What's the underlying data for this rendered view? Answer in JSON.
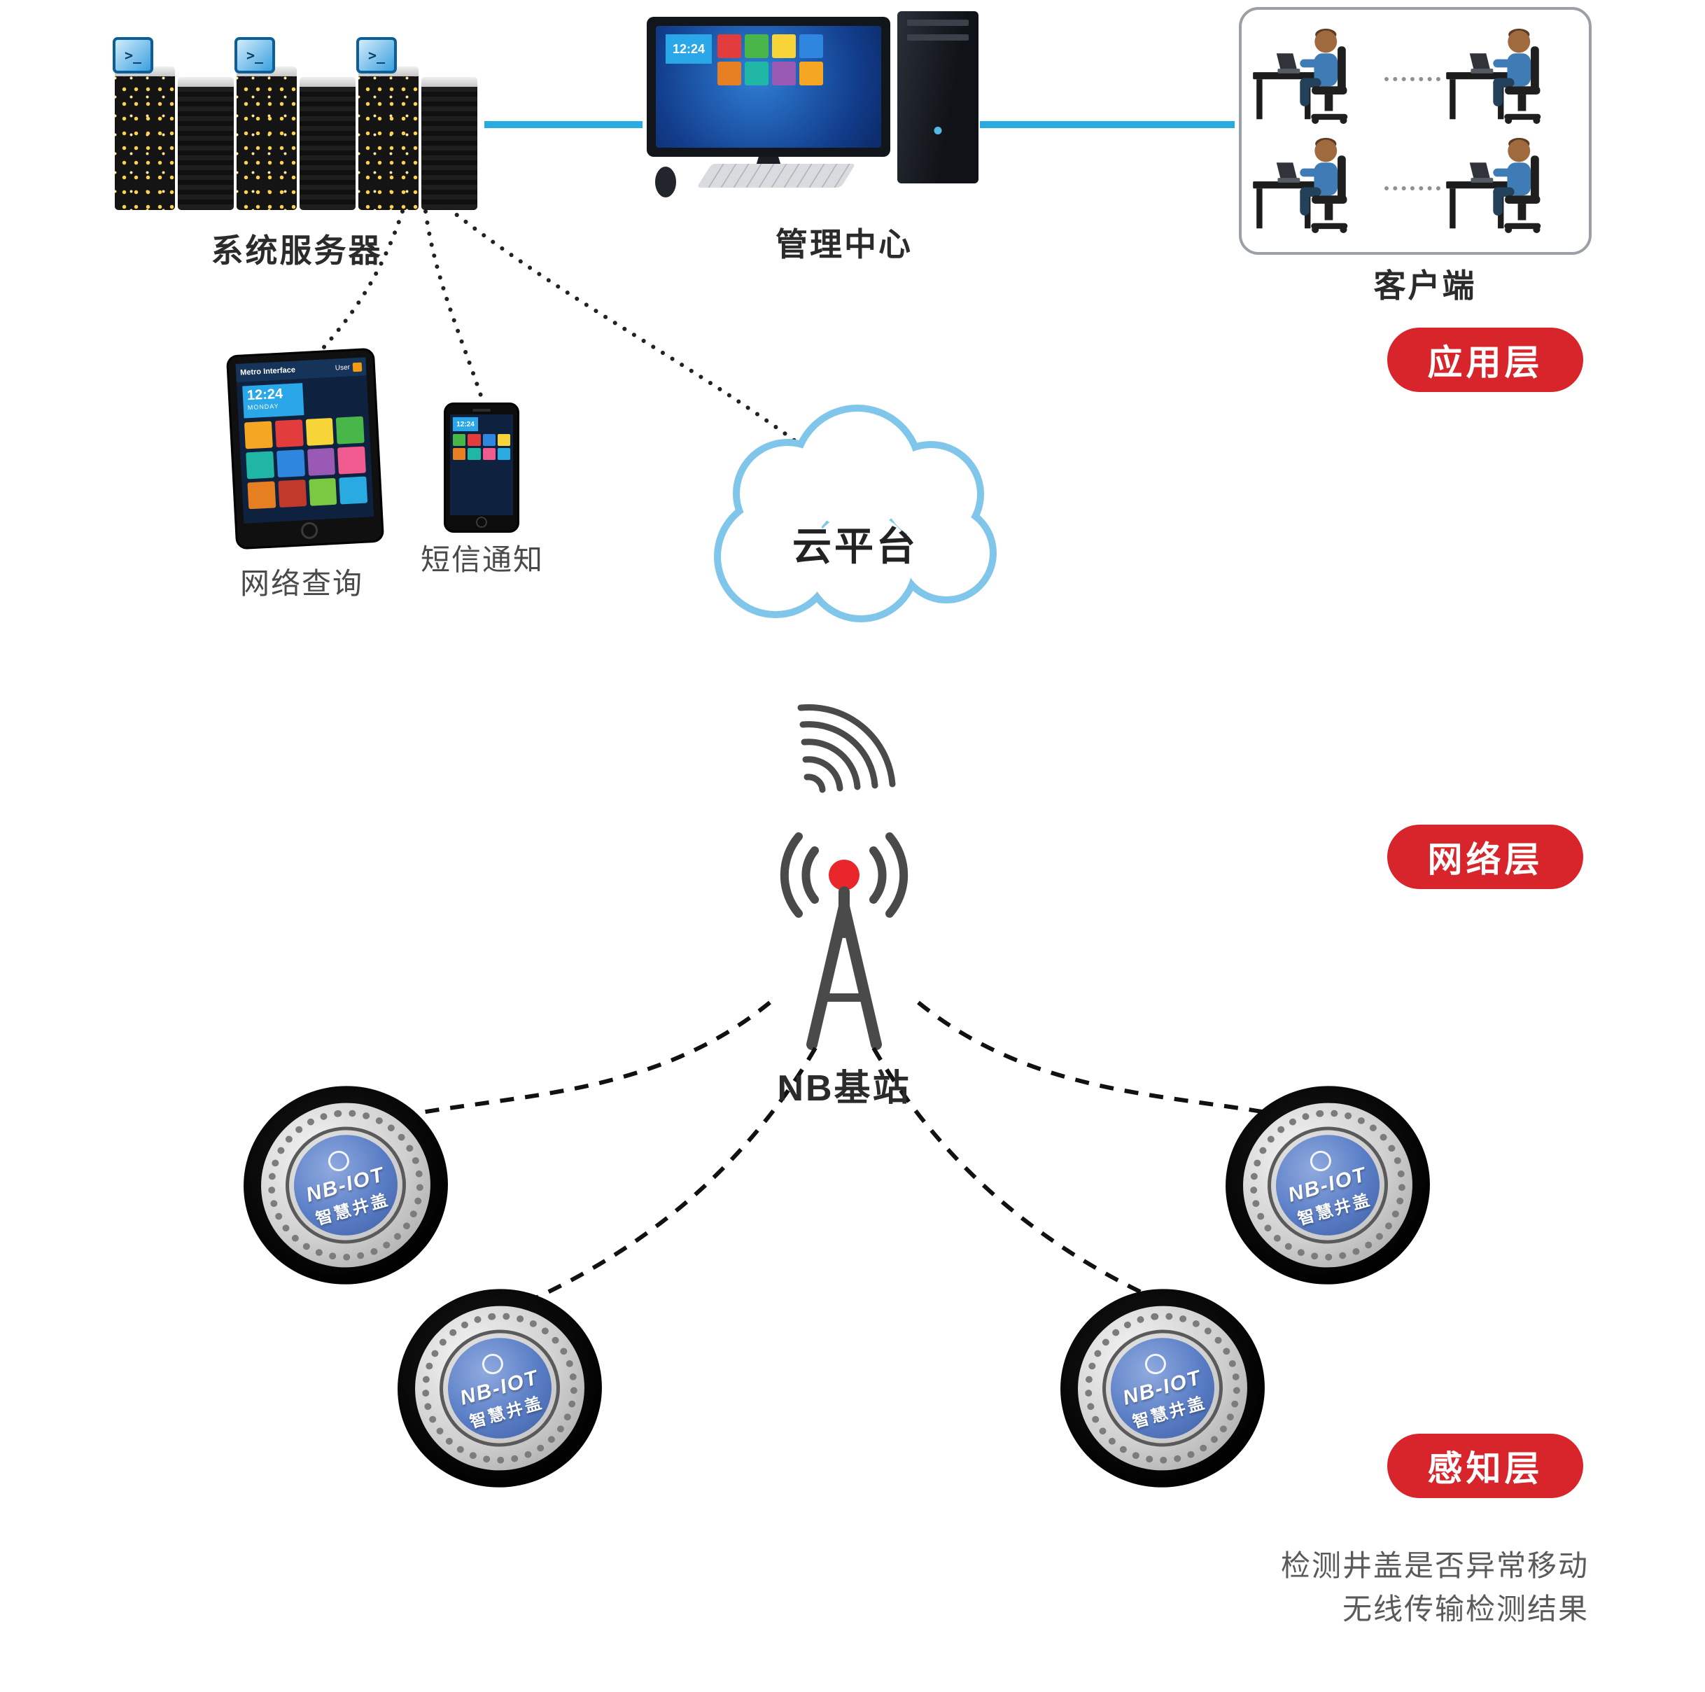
{
  "nodes": {
    "servers": {
      "label": "系统服务器",
      "terminal_glyph": ">_"
    },
    "management": {
      "label": "管理中心",
      "screen_time": "12:24"
    },
    "clients": {
      "label": "客户端"
    },
    "tablet": {
      "label": "网络查询",
      "header": "Metro Interface",
      "user": "User",
      "time": "12:24",
      "day": "MONDAY"
    },
    "phone": {
      "label": "短信通知",
      "time": "12:24"
    },
    "cloud": {
      "label": "云平台"
    },
    "nb_station": {
      "label": "NB基站"
    },
    "manhole": {
      "line1": "NB-IOT",
      "line2": "智慧井盖"
    }
  },
  "layers": {
    "application": "应用层",
    "network": "网络层",
    "perception": "感知层"
  },
  "notes": {
    "line1": "检测井盖是否异常移动",
    "line2": "无线传输检测结果"
  },
  "colors": {
    "badge_red": "#d7252b",
    "link_blue": "#29abe2",
    "cloud_stroke": "#7fc6ea",
    "cover_blue": "#5a7ec6"
  }
}
